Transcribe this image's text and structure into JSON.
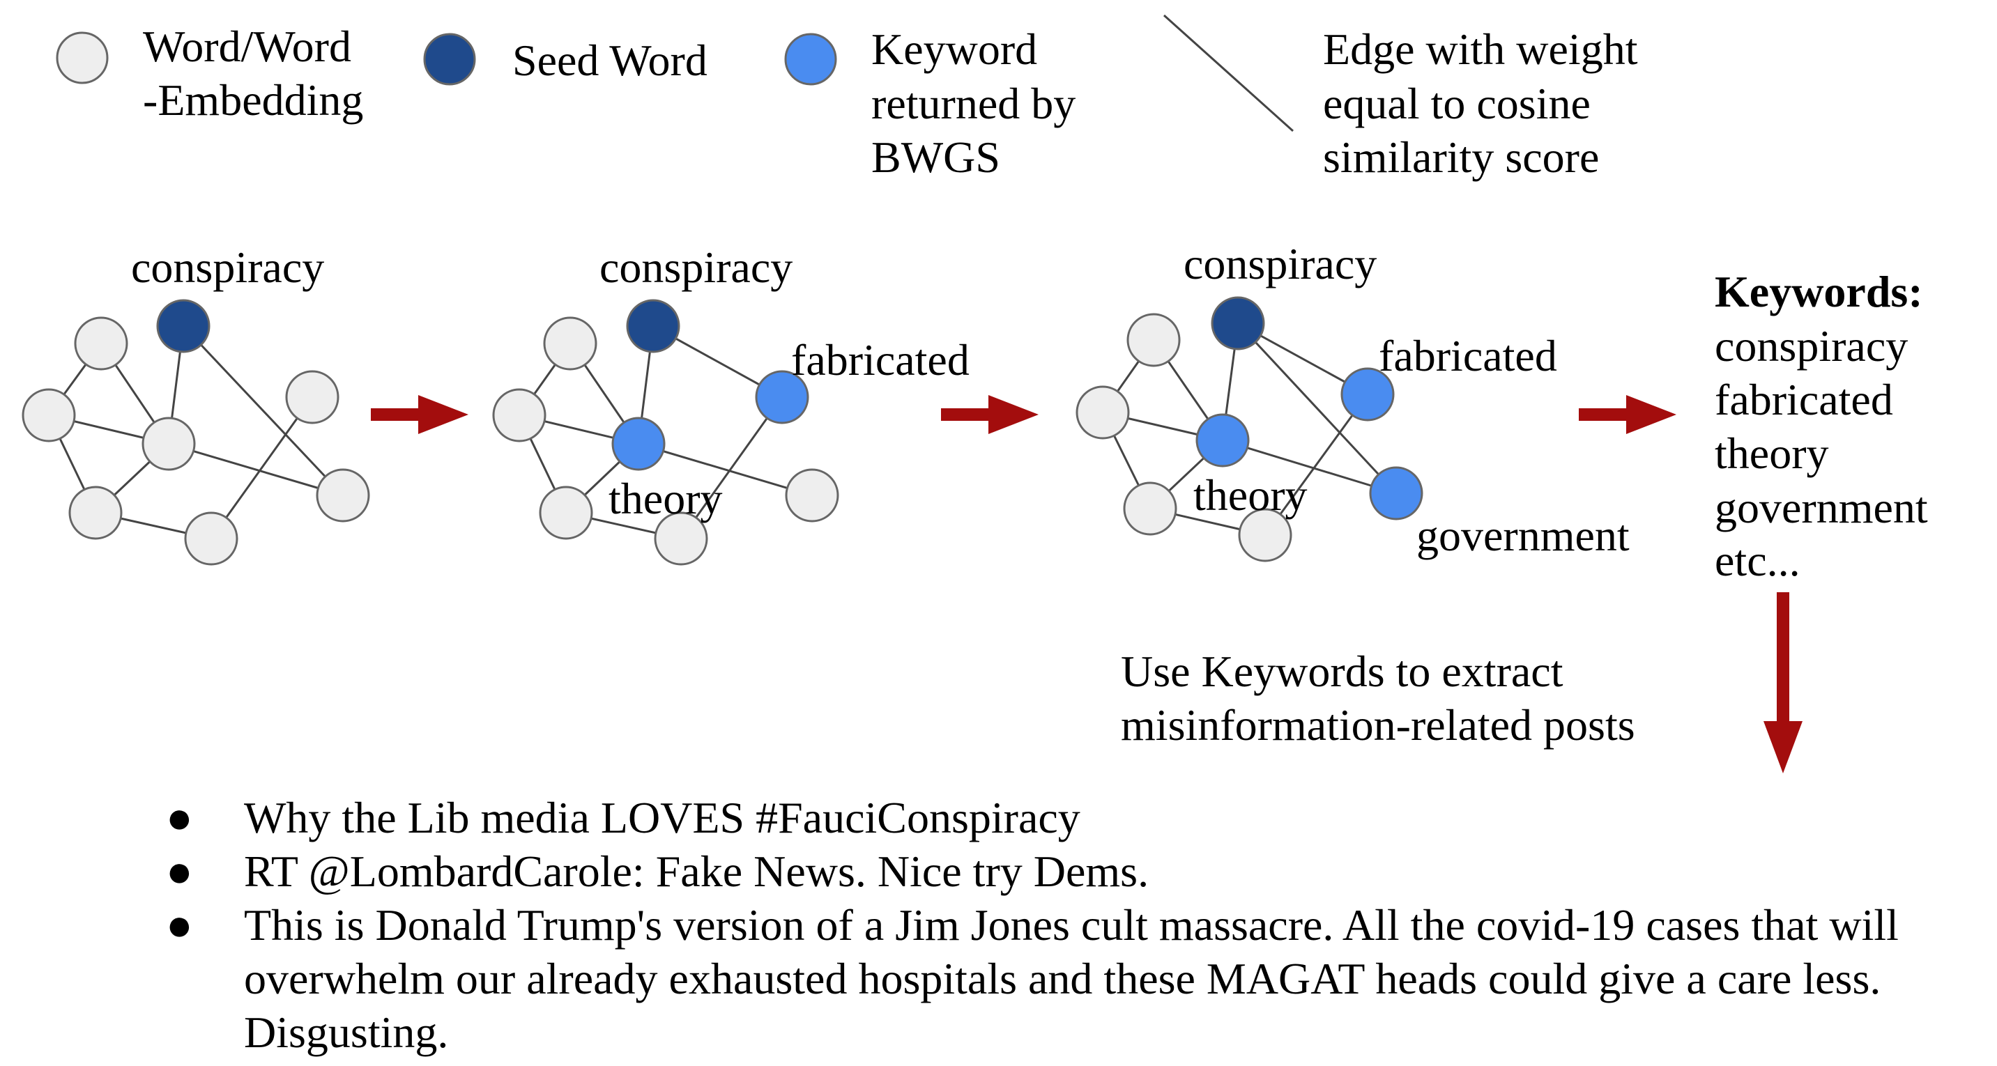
{
  "legend": {
    "word_embedding_label": [
      "Word/Word",
      "-Embedding"
    ],
    "seed_word_label": "Seed Word",
    "keyword_label": [
      "Keyword",
      "returned by",
      "BWGS"
    ],
    "edge_label": [
      "Edge with weight",
      "equal to cosine",
      "similarity score"
    ]
  },
  "colors": {
    "word_node": "#eeeeee",
    "seed_node": "#1f4a8c",
    "keyword_node": "#4a8cf0",
    "arrow": "#a30d0d",
    "edge": "#444444"
  },
  "graphs": [
    {
      "labels": {
        "seed": "conspiracy"
      }
    },
    {
      "labels": {
        "seed": "conspiracy",
        "keyword_1": "fabricated",
        "keyword_2": "theory"
      }
    },
    {
      "labels": {
        "seed": "conspiracy",
        "keyword_1": "fabricated",
        "keyword_2": "theory",
        "keyword_3": "government"
      }
    }
  ],
  "keywords_panel": {
    "title": "Keywords:",
    "items": [
      "conspiracy",
      "fabricated",
      "theory",
      "government",
      "etc..."
    ]
  },
  "extract_caption": [
    "Use Keywords to extract",
    "misinformation-related posts"
  ],
  "posts": [
    "Why the Lib media LOVES #FauciConspiracy",
    "RT @LombardCarole: Fake News. Nice try Dems.",
    "This is Donald Trump's version of a Jim Jones cult massacre. All the covid-19 cases that will overwhelm our already exhausted hospitals and these MAGAT heads could give a care less. Disgusting."
  ],
  "bullet_glyph": "●"
}
